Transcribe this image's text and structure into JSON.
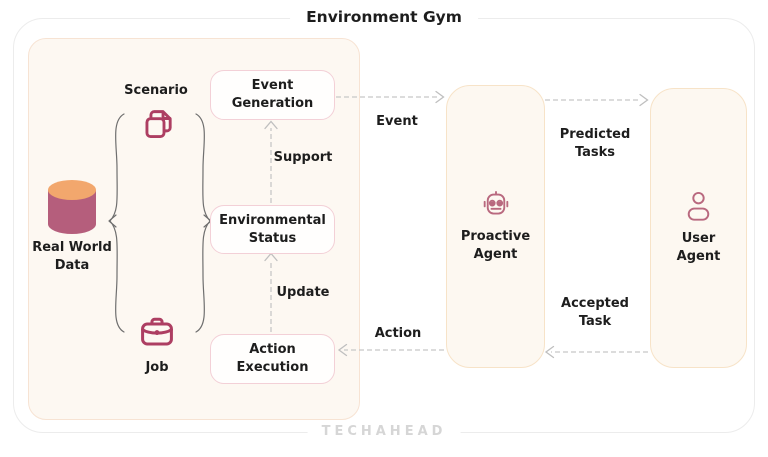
{
  "title": "Environment Gym",
  "brand_watermark": "TECHAHEAD",
  "colors": {
    "crimson": "#ad3e62",
    "rose": "#b9697f",
    "cylinder_top": "#f2a76d",
    "cylinder_body": "#b55e7c",
    "panel_bg": "#fdf8f2",
    "panel_border": "#f7e3d3",
    "node_bg": "#fffefd",
    "node_border": "#f3d0d7",
    "agent_bg": "#fdf8f1",
    "agent_border": "#f7e3c8",
    "connector_gray": "#c7c7c7",
    "text_dark": "#1d1d1d",
    "watermark_gray": "#d6d6d6"
  },
  "environment": {
    "inputs": {
      "scenario_label": "Scenario",
      "job_label": "Job",
      "real_world_data_label": "Real World\nData"
    },
    "nodes": {
      "event_generation": "Event\nGeneration",
      "environmental_status": "Environmental\nStatus",
      "action_execution": "Action\nExecution"
    },
    "internal_flows": {
      "support": "Support",
      "update": "Update"
    }
  },
  "agents": {
    "proactive": {
      "label": "Proactive\nAgent"
    },
    "user": {
      "label": "User\nAgent"
    }
  },
  "flows": {
    "event": "Event",
    "predicted_tasks": "Predicted\nTasks",
    "accepted_task": "Accepted\nTask",
    "action": "Action"
  }
}
